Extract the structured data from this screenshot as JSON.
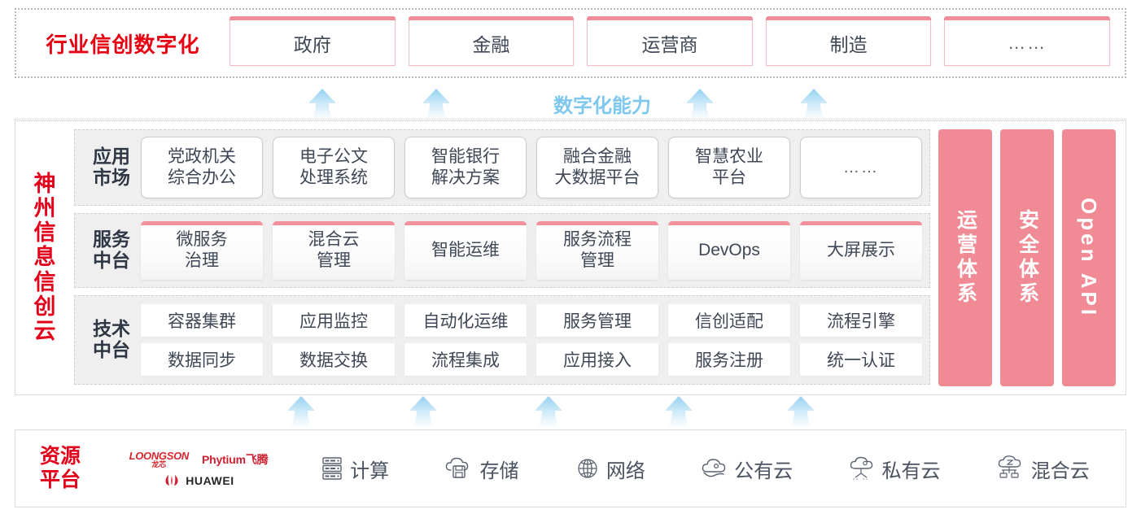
{
  "industry": {
    "title": "行业信创数字化",
    "cards": [
      "政府",
      "金融",
      "运营商",
      "制造",
      "……"
    ]
  },
  "capability": {
    "label": "数字化能力",
    "arrow_count_top": 4,
    "arrow_count_bottom": 5
  },
  "cloud": {
    "title_chars": [
      "神",
      "州",
      "信",
      "息",
      "信",
      "创",
      "云"
    ],
    "rows": [
      {
        "label_line1": "应用",
        "label_line2": "市场",
        "cards": [
          "党政机关\n综合办公",
          "电子公文\n处理系统",
          "智能银行\n解决方案",
          "融合金融\n大数据平台",
          "智慧农业\n平台",
          "……"
        ]
      },
      {
        "label_line1": "服务",
        "label_line2": "中台",
        "cards": [
          "微服务\n治理",
          "混合云\n管理",
          "智能运维",
          "服务流程\n管理",
          "DevOps",
          "大屏展示"
        ]
      },
      {
        "label_line1": "技术",
        "label_line2": "中台",
        "row_top": [
          "容器集群",
          "应用监控",
          "自动化运维",
          "服务管理",
          "信创适配",
          "流程引擎"
        ],
        "row_bottom": [
          "数据同步",
          "数据交换",
          "流程集成",
          "应用接入",
          "服务注册",
          "统一认证"
        ]
      }
    ],
    "pillars": [
      {
        "text": "运营体系",
        "orientation": "upright"
      },
      {
        "text": "安全体系",
        "orientation": "upright"
      },
      {
        "text": "Open API",
        "orientation": "rotated"
      }
    ]
  },
  "resource": {
    "title_line1": "资源",
    "title_line2": "平台",
    "logos": [
      {
        "name": "loongson",
        "en": "LOONGSON",
        "cn": "龙芯"
      },
      {
        "name": "phytium",
        "text": "Phytium飞腾"
      },
      {
        "name": "huawei",
        "text": "HUAWEI"
      }
    ],
    "items": [
      {
        "icon": "server-icon",
        "label": "计算"
      },
      {
        "icon": "cloud-storage-icon",
        "label": "存储"
      },
      {
        "icon": "network-icon",
        "label": "网络"
      },
      {
        "icon": "public-cloud-icon",
        "label": "公有云"
      },
      {
        "icon": "private-cloud-icon",
        "label": "私有云"
      },
      {
        "icon": "hybrid-cloud-icon",
        "label": "混合云"
      }
    ]
  },
  "colors": {
    "brand_red": "#e3001b",
    "pink": "#f08a95",
    "card_accent": "#f2909c",
    "arrow_blue": "#9fd5f2",
    "text_dark": "#3f4756"
  }
}
